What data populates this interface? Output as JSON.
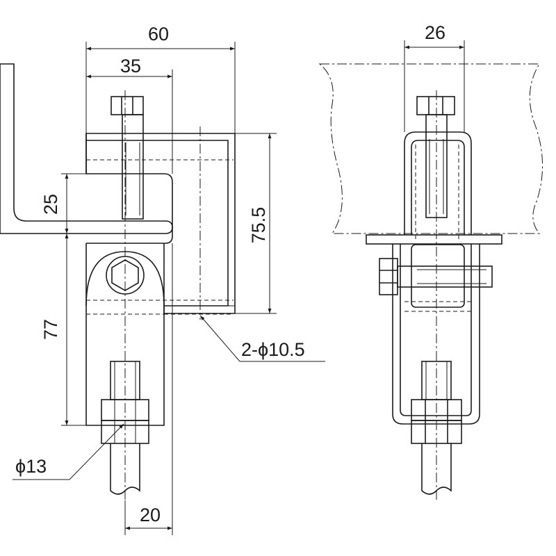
{
  "dimensions": {
    "width_60": "60",
    "width_35": "35",
    "height_25": "25",
    "height_75_5": "75.5",
    "height_77": "77",
    "hole_note": "2-ϕ10.5",
    "rod_dia": "ϕ13",
    "offset_20": "20",
    "width_26": "26"
  }
}
